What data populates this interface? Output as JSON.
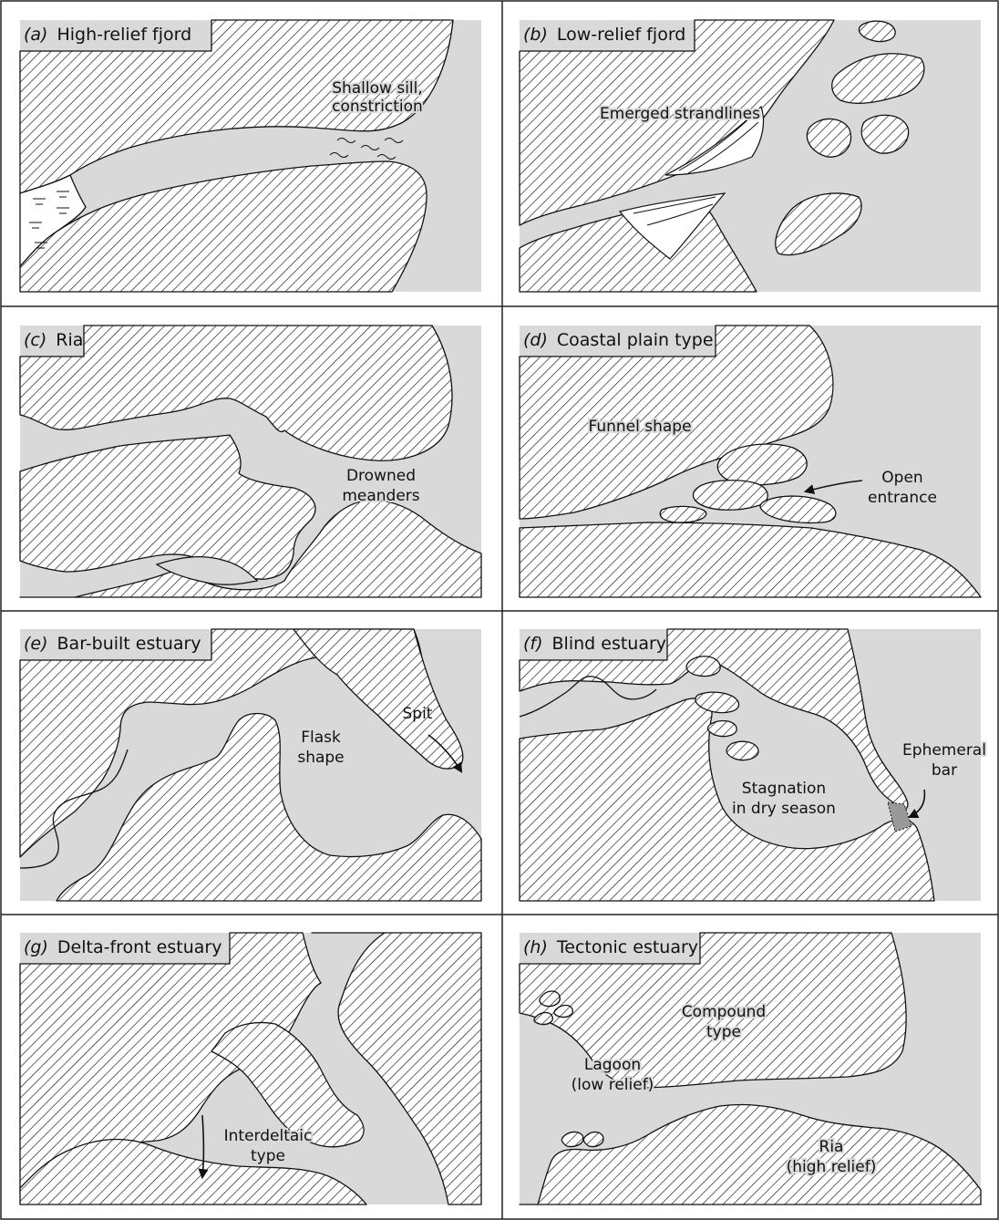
{
  "panels": [
    {
      "tag": "a",
      "title": "High-relief fjord",
      "labels": [
        "Shallow sill,",
        "constriction"
      ]
    },
    {
      "tag": "b",
      "title": "Low-relief fjord",
      "labels": [
        "Emerged strandlines"
      ]
    },
    {
      "tag": "c",
      "title": "Ria",
      "labels": [
        "Drowned",
        "meanders"
      ]
    },
    {
      "tag": "d",
      "title": "Coastal plain type",
      "labels": [
        "Funnel shape",
        "Open",
        "entrance"
      ]
    },
    {
      "tag": "e",
      "title": "Bar-built estuary",
      "labels": [
        "Flask",
        "shape",
        "Spit"
      ]
    },
    {
      "tag": "f",
      "title": "Blind estuary",
      "labels": [
        "Stagnation",
        "in dry season",
        "Ephemeral",
        "bar"
      ]
    },
    {
      "tag": "g",
      "title": "Delta-front estuary",
      "labels": [
        "Interdeltaic",
        "type"
      ]
    },
    {
      "tag": "h",
      "title": "Tectonic estuary",
      "labels": [
        "Compound",
        "type",
        "Lagoon",
        "(low relief)",
        "Ria",
        "(high relief)"
      ]
    }
  ],
  "colors": {
    "water": "#d9d9d9",
    "land_hatch": "#111111",
    "frame": "#222222"
  }
}
